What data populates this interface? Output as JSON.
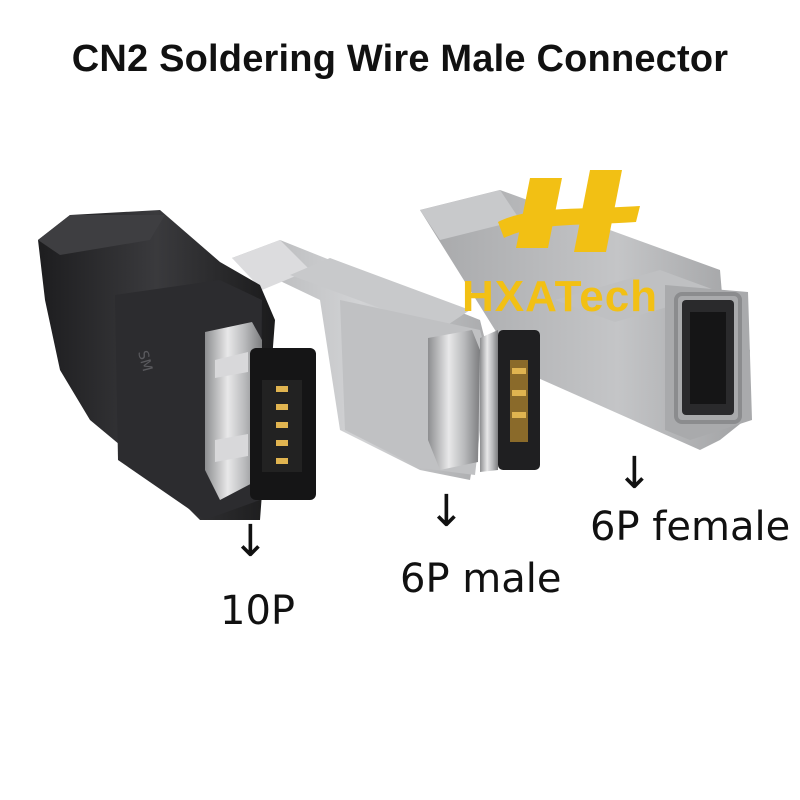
{
  "title": "CN2 Soldering Wire Male Connector",
  "brand": {
    "name": "HXATech",
    "color": "#f2c014"
  },
  "connectors": [
    {
      "id": "10p",
      "label": "10P",
      "arrow": "↓",
      "body_color": "#2b2b2d"
    },
    {
      "id": "6p-male",
      "label": "6P male",
      "arrow": "↓",
      "body_color": "#c9cacc"
    },
    {
      "id": "6p-female",
      "label": "6P female",
      "arrow": "↓",
      "body_color": "#b9babc"
    }
  ]
}
